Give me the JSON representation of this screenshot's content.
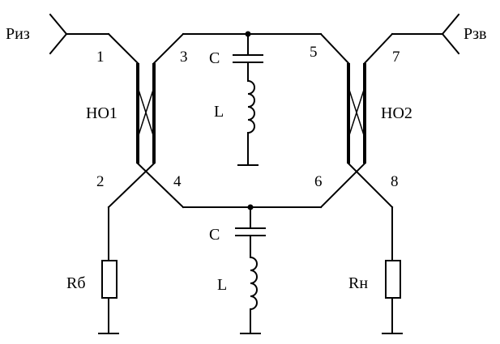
{
  "ports": {
    "input": "Pиз",
    "output": "Pзв"
  },
  "couplers": {
    "left": "HO1",
    "right": "HO2"
  },
  "terminals": [
    "1",
    "2",
    "3",
    "4",
    "5",
    "6",
    "7",
    "8"
  ],
  "components": {
    "top_capacitor": "C",
    "top_inductor": "L",
    "bottom_capacitor": "C",
    "bottom_inductor": "L",
    "ballast_resistor": "Rб",
    "load_resistor": "Rн"
  }
}
